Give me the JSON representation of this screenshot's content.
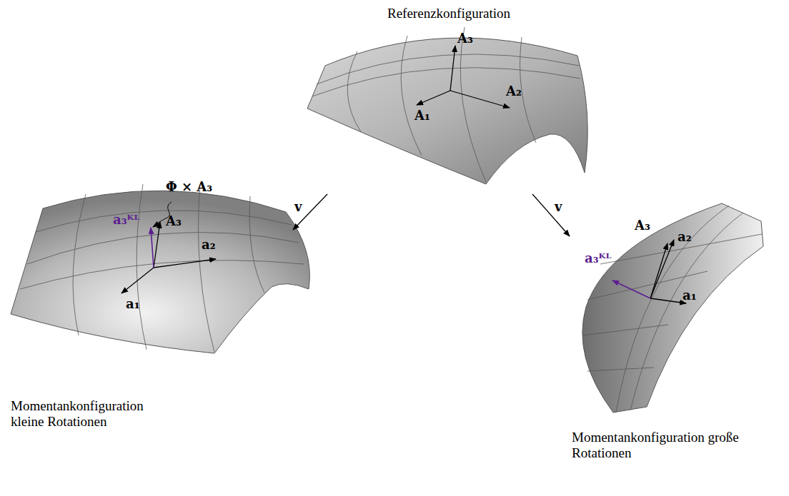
{
  "diagram": {
    "labels": [
      "Referenzkonfiguration",
      "A₃",
      "A₁",
      "A₂",
      "Φ × A₃",
      "a₃ᴷᴸ",
      "A₃",
      "a₂",
      "a₁",
      "v",
      "v",
      "a₃ᴷᴸ",
      "A₃",
      "a₂",
      "a₁",
      "Momentankonfiguration kleine Rotationen",
      "Momentankonfiguration große Rotationen"
    ]
  }
}
